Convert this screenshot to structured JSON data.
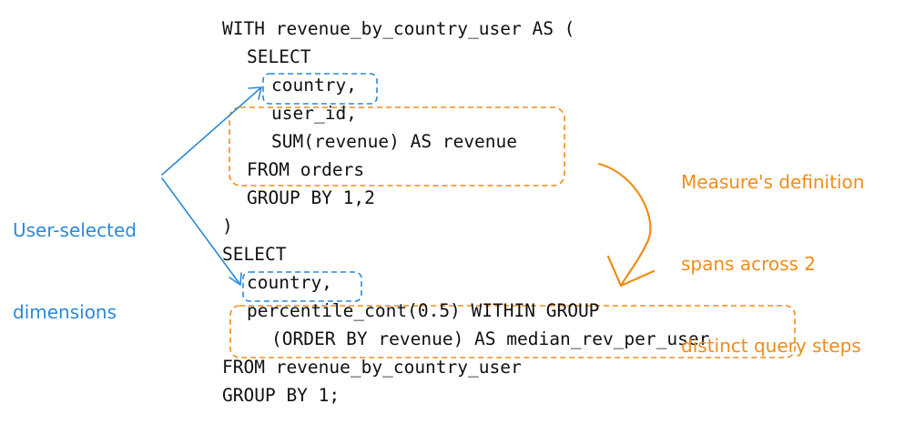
{
  "code_lines": [
    {
      "text": "WITH revenue_by_country_user AS (",
      "indent": 0
    },
    {
      "text": "SELECT",
      "indent": 1
    },
    {
      "text": "country,",
      "indent": 2
    },
    {
      "text": "user_id,",
      "indent": 2
    },
    {
      "text": "SUM(revenue) AS revenue",
      "indent": 2
    },
    {
      "text": "FROM orders",
      "indent": 1
    },
    {
      "text": "GROUP BY 1,2",
      "indent": 1
    },
    {
      "text": ")",
      "indent": 0
    },
    {
      "text": "SELECT",
      "indent": 0
    },
    {
      "text": "country,",
      "indent": 1
    },
    {
      "text": "percentile_cont(0.5) WITHIN GROUP",
      "indent": 1
    },
    {
      "text": "(ORDER BY revenue) AS median_rev_per_user",
      "indent": 2
    },
    {
      "text": "FROM revenue_by_country_user",
      "indent": 0
    },
    {
      "text": "GROUP BY 1;",
      "indent": 0
    }
  ],
  "annotations": {
    "dimensions": {
      "lines": [
        "User-selected",
        "dimensions"
      ],
      "color": "#2b89d8"
    },
    "measure": {
      "lines": [
        "Measure's definition",
        "spans across 2",
        "distinct query steps"
      ],
      "color": "#f08c1a"
    }
  }
}
